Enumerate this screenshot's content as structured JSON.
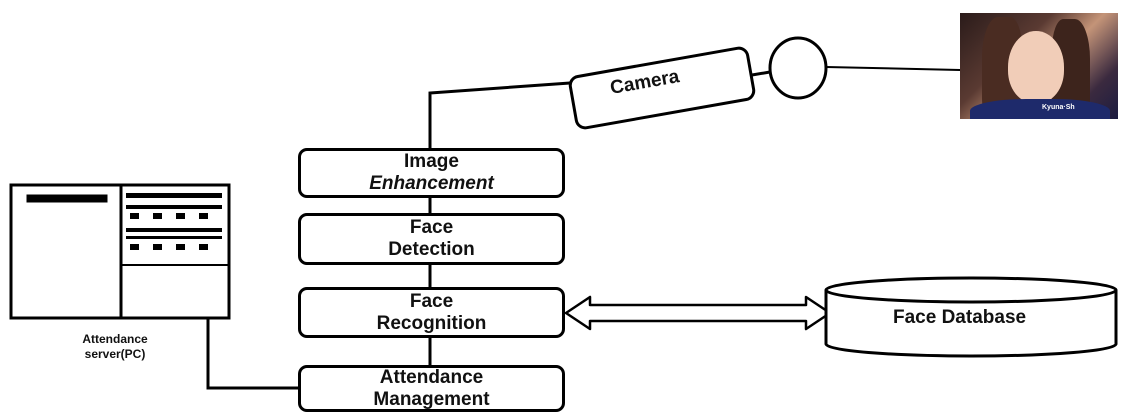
{
  "nodes": {
    "camera": "Camera",
    "image_enhancement": {
      "line1": "Image",
      "line2": "Enhancement"
    },
    "face_detection": {
      "line1": "Face",
      "line2": "Detection"
    },
    "face_recognition": {
      "line1": "Face",
      "line2": "Recognition"
    },
    "attendance_management": {
      "line1": "Attendance",
      "line2": "Management"
    },
    "face_database": "Face Database",
    "server": {
      "line1": "Attendance",
      "line2": "server(PC)"
    }
  },
  "photo": {
    "watermark": "Kyuna·Sh",
    "icon": "person-photo"
  },
  "colors": {
    "stroke": "#000000",
    "background": "#ffffff"
  }
}
